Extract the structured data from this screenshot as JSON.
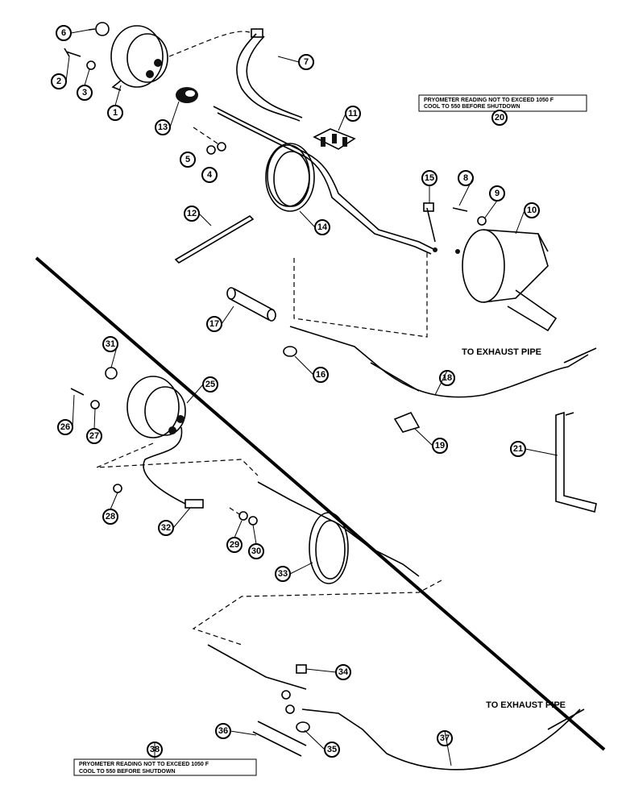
{
  "labels": {
    "top_warning_line1": "PRYOMETER READING NOT TO EXCEED 1050 F",
    "top_warning_line2": "COOL TO 550  BEFORE SHUTDOWN",
    "bottom_warning_line1": "PRYOMETER READING NOT TO EXCEED 1050 F",
    "bottom_warning_line2": "COOL TO 550  BEFORE SHUTDOWN",
    "exhaust_top": "TO EXHAUST PIPE",
    "exhaust_bottom": "TO EXHAUST PIPE"
  },
  "callouts": {
    "c1": "1",
    "c2": "2",
    "c3": "3",
    "c4": "4",
    "c5": "5",
    "c6": "6",
    "c7": "7",
    "c8": "8",
    "c9": "9",
    "c10": "10",
    "c11": "11",
    "c12": "12",
    "c13": "13",
    "c14": "14",
    "c15": "15",
    "c16": "16",
    "c17": "17",
    "c18": "18",
    "c19": "19",
    "c20": "20",
    "c21": "21",
    "c25": "25",
    "c26": "26",
    "c27": "27",
    "c28": "28",
    "c29": "29",
    "c30": "30",
    "c31": "31",
    "c32": "32",
    "c33": "33",
    "c34": "34",
    "c35": "35",
    "c36": "36",
    "c37": "37",
    "c38": "38"
  }
}
